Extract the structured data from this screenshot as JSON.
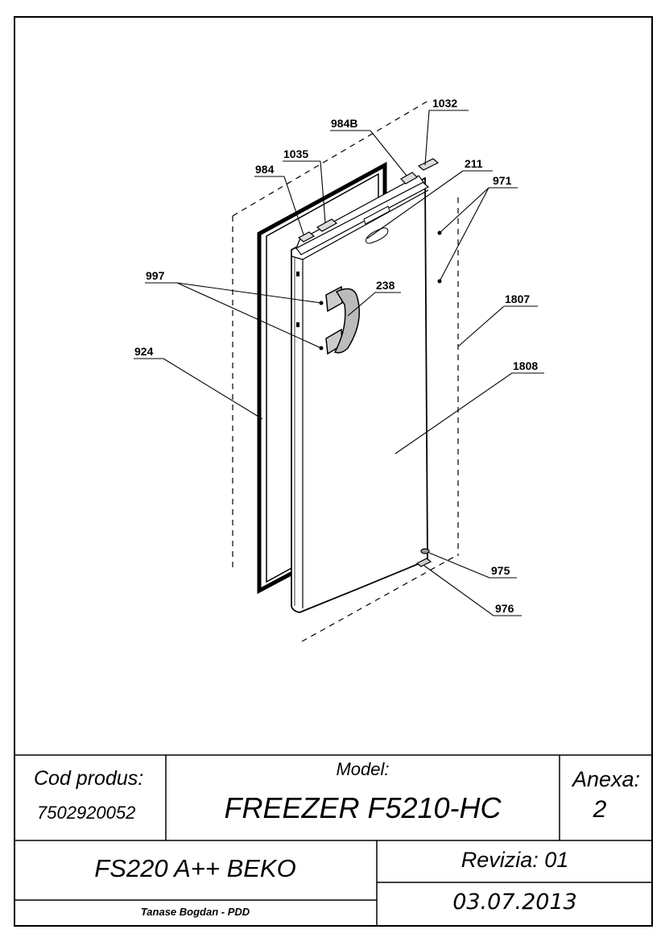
{
  "callouts": {
    "c1032": "1032",
    "c984B": "984B",
    "c211": "211",
    "c1035": "1035",
    "c984": "984",
    "c971": "971",
    "c997": "997",
    "c238": "238",
    "c1807": "1807",
    "c924": "924",
    "c1808": "1808",
    "c975": "975",
    "c976": "976"
  },
  "title_block": {
    "cod_label": "Cod produs:",
    "cod_value": "7502920052",
    "model_label": "Model:",
    "model_value": "FREEZER F5210-HC",
    "anexa_label": "Anexa:",
    "anexa_value": "2",
    "product": "FS220 A++ BEKO",
    "revizia": "Revizia: 01",
    "author": "Tanase Bogdan - PDD",
    "date": "03.07.2013"
  }
}
